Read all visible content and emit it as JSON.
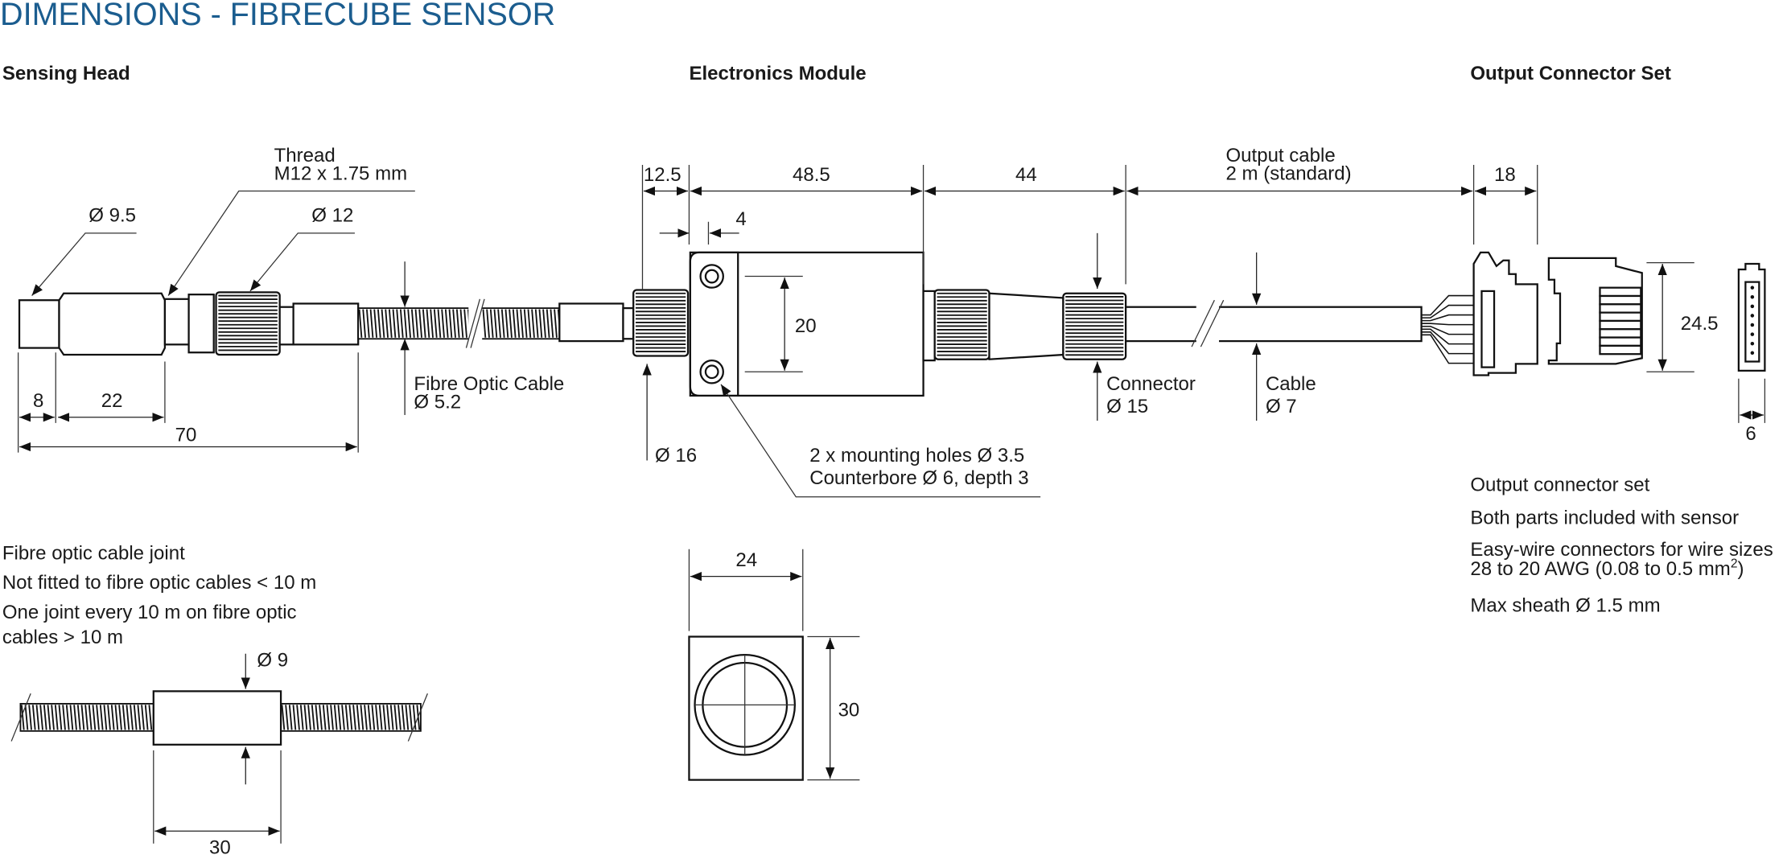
{
  "title": "DIMENSIONS - FIBRECUBE SENSOR",
  "sections": {
    "sensing_head": "Sensing Head",
    "electronics_module": "Electronics Module",
    "output_connector_set": "Output Connector Set"
  },
  "sensing_head": {
    "thread_label": "Thread",
    "thread_spec": "M12 x 1.75 mm",
    "dia_tip": "Ø 9.5",
    "dia_nut": "Ø 12",
    "len_tip": "8",
    "len_thread": "22",
    "len_total": "70",
    "cable_label": "Fibre Optic Cable",
    "cable_dia": "Ø 5.2"
  },
  "electronics": {
    "len_12_5": "12.5",
    "len_48_5": "48.5",
    "len_4": "4",
    "len_44": "44",
    "hole_spacing": "20",
    "dia_nut": "Ø 16",
    "holes_line1": "2 x mounting holes Ø 3.5",
    "holes_line2": "Counterbore Ø 6, depth 3",
    "connector_label": "Connector",
    "connector_dia": "Ø 15",
    "cable_label": "Cable",
    "cable_dia": "Ø 7",
    "output_cable_label": "Output cable",
    "output_cable_len": "2 m (standard)",
    "front_width": "24",
    "front_height": "30"
  },
  "output_connector": {
    "len": "18",
    "height": "24.5",
    "width": "6",
    "notes": [
      "Output connector set",
      "Both parts included with sensor",
      "Easy-wire connectors for wire sizes",
      "28 to 20 AWG (0.08 to 0.5 mm",
      "2",
      ")",
      "Max sheath Ø 1.5 mm"
    ]
  },
  "joint": {
    "notes": [
      "Fibre optic cable joint",
      "Not fitted to fibre optic cables < 10 m",
      "One joint every 10 m on fibre optic",
      "cables > 10 m"
    ],
    "dia": "Ø 9",
    "len": "30"
  }
}
